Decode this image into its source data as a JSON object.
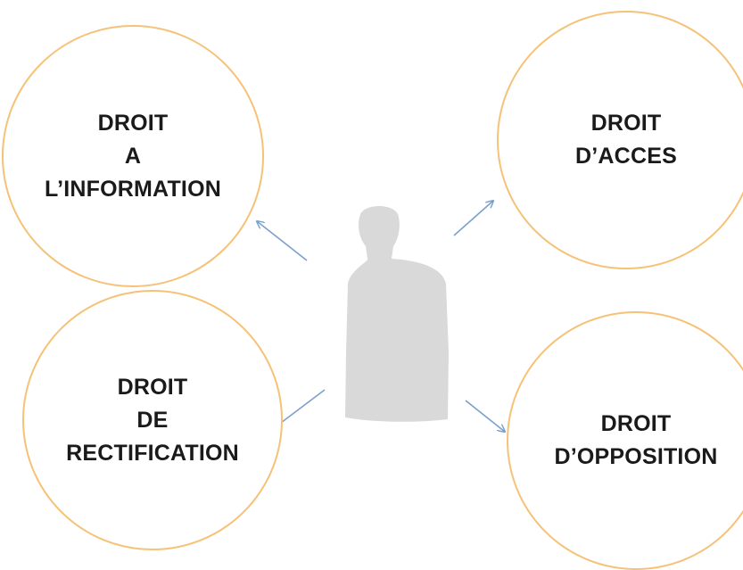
{
  "colors": {
    "circle_border": "#f5c278",
    "arrow": "#7aa0cc",
    "person": "#d9d9d9",
    "text": "#1a1a1a"
  },
  "center_icon": "person-silhouette-icon",
  "rights": {
    "information": {
      "lines": [
        "DROIT",
        "A",
        "L’INFORMATION"
      ]
    },
    "acces": {
      "lines": [
        "DROIT",
        "D’ACCES"
      ]
    },
    "rectification": {
      "lines": [
        "DROIT",
        "DE",
        "RECTIFICATION"
      ]
    },
    "opposition": {
      "lines": [
        "DROIT",
        "D’OPPOSITION"
      ]
    }
  }
}
